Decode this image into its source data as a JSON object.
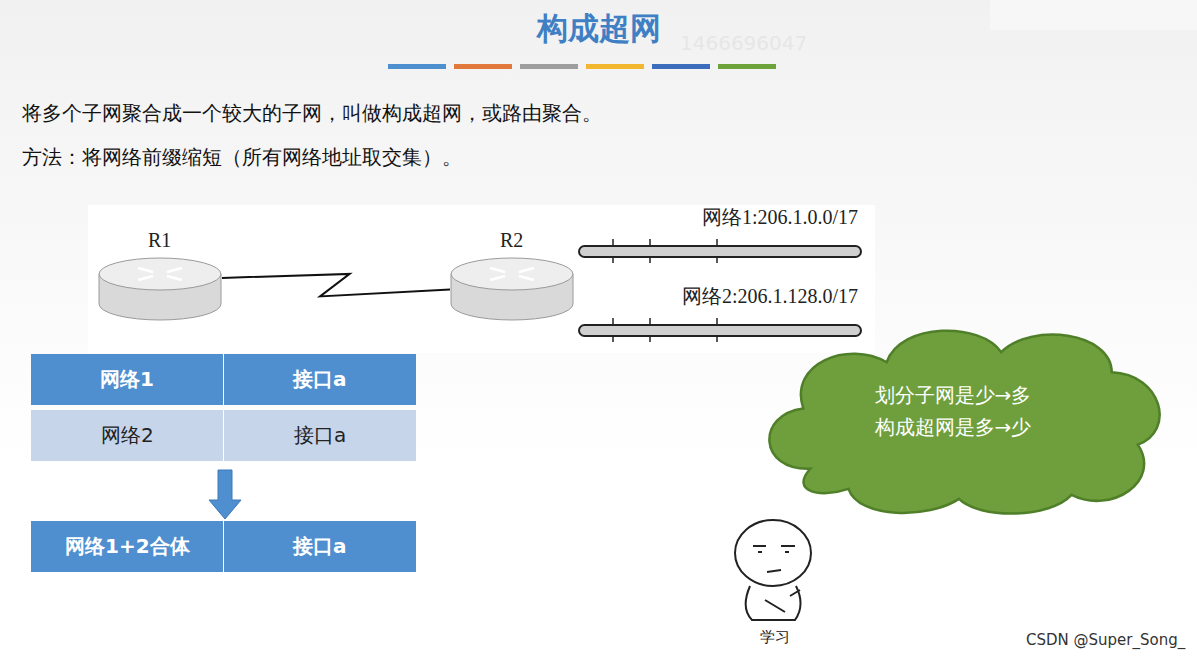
{
  "diagram": {
    "title": "构成超网",
    "nodes": [
      {
        "text": [
          "R1"
        ]
      },
      {
        "text": [
          "R2"
        ]
      },
      {
        "text": [
          "网络1:206.1.0.0/17"
        ]
      },
      {
        "text": [
          "网络2:206.1.128.0/17"
        ]
      },
      {
        "text": [
          "划分子网是少→多 构成超网是多→少"
        ]
      }
    ],
    "edges": [
      {
        "from": 0,
        "to": 1,
        "arrow": "none"
      }
    ],
    "labels": [
      "1466696047",
      "将多个子网聚合成一个较大的子网，叫做构成超网，或路由聚合。",
      "方法：将网络前缀缩短（所有网络地址取交集）。",
      "网络1",
      "接口a",
      "网络2",
      "接口a",
      "网络1+2合体",
      "接口a",
      "学习",
      "CSDN @Super_Song_"
    ]
  }
}
